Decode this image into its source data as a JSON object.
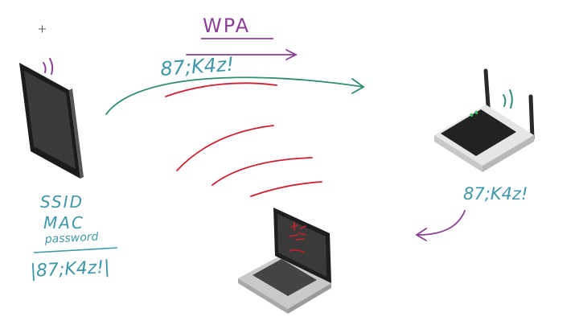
{
  "labels": {
    "protocol": "WPA",
    "top_password": "87;K4z!",
    "router_password": "87;K4z!",
    "tablet_ssid": "SSID",
    "tablet_mac": "MAC",
    "tablet_password_word": "password",
    "tablet_password_value": "|87;K4z!|"
  },
  "colors": {
    "purple": "#8b3f95",
    "teal": "#3f97a8",
    "green": "#2f8f6a",
    "red": "#cc2030",
    "device_dark": "#222222"
  },
  "icons": [
    "tablet-icon",
    "router-icon",
    "laptop-icon",
    "wifi-signal-icon"
  ]
}
